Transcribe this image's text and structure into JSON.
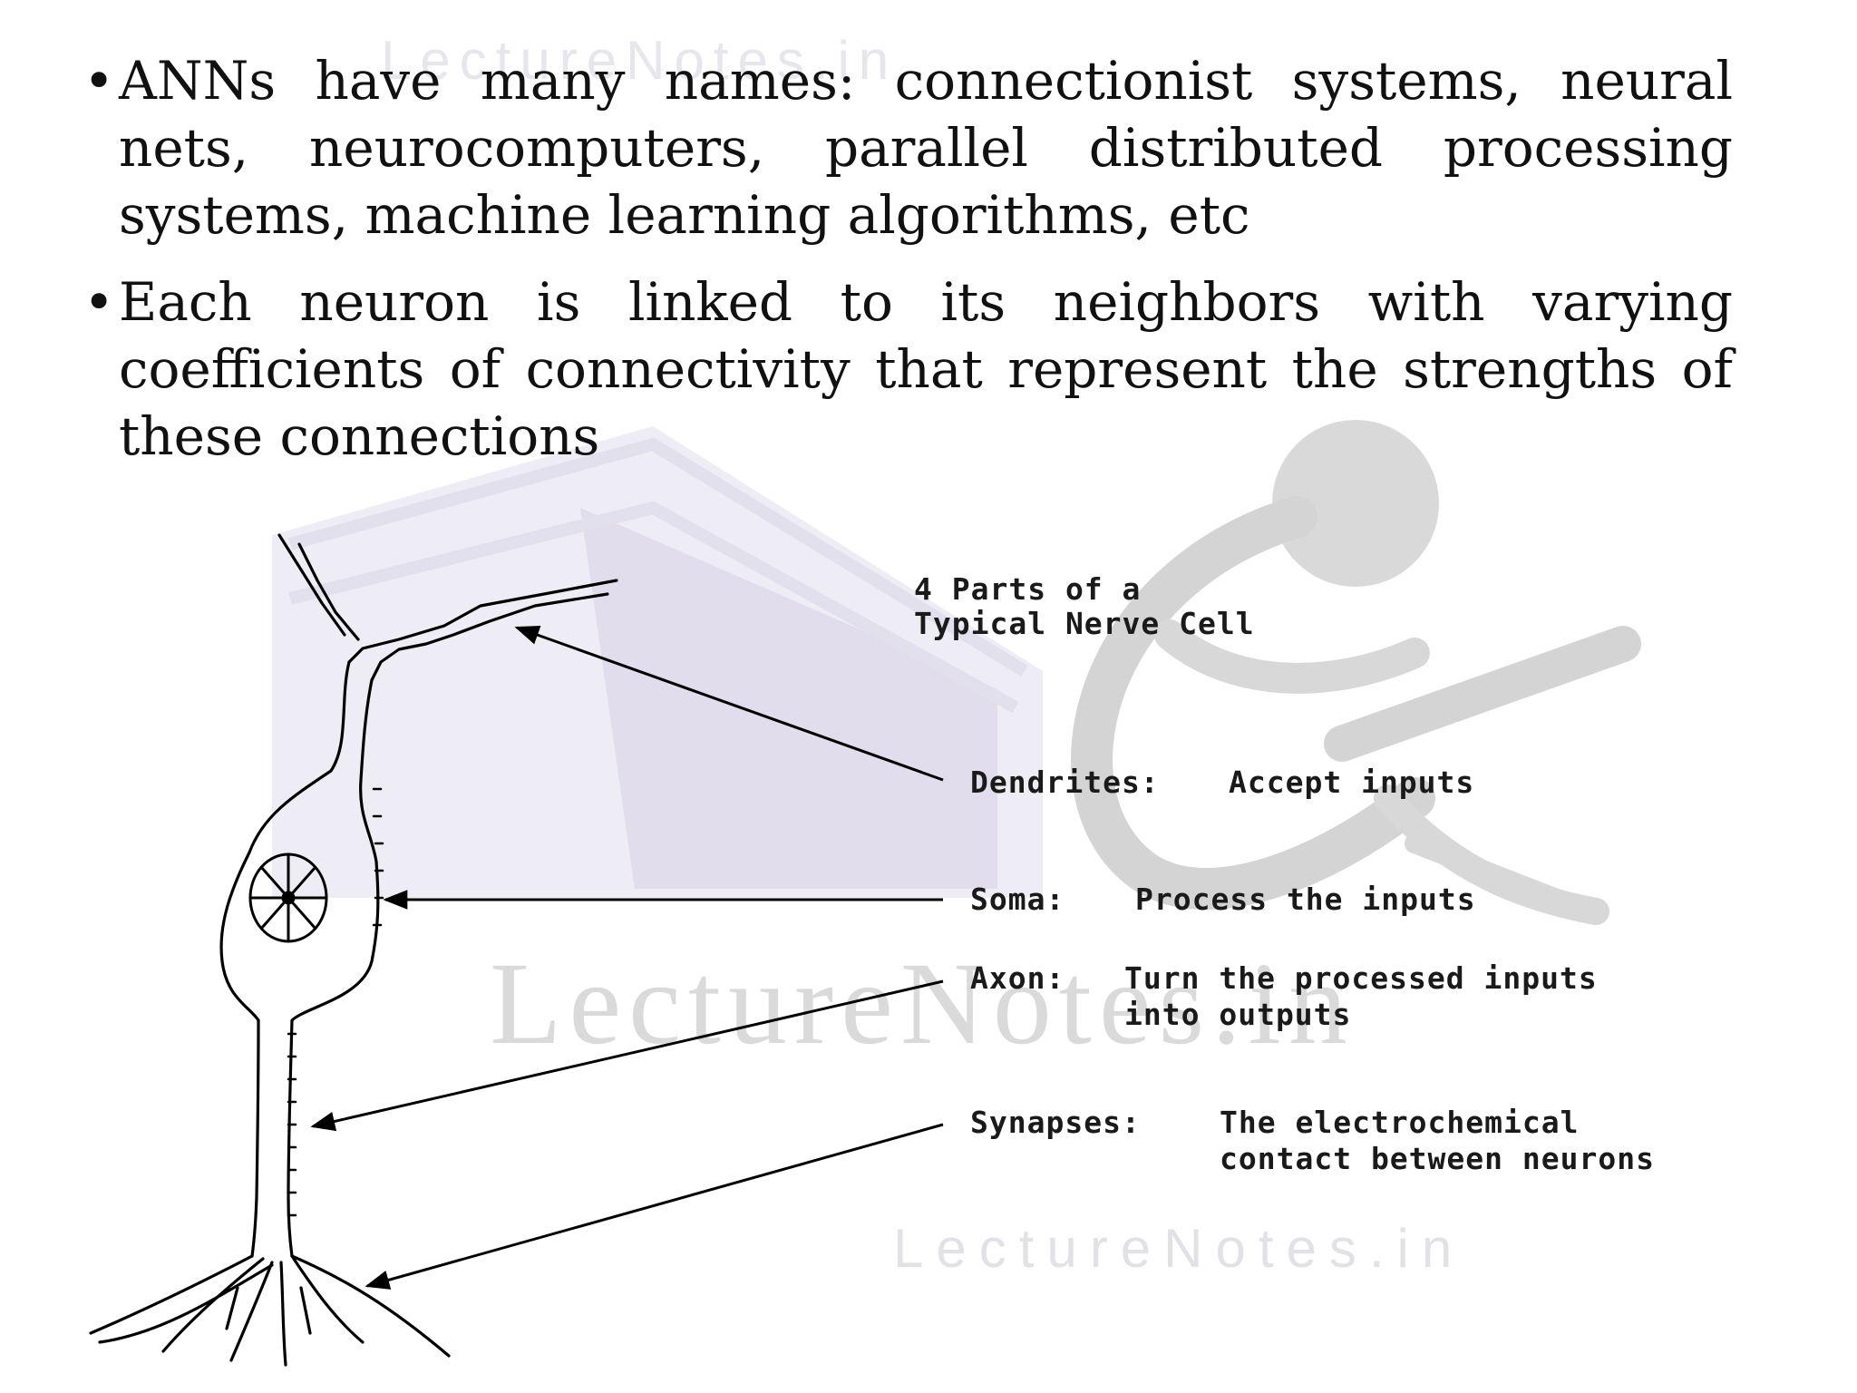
{
  "watermark": {
    "top": "LectureNotes.in",
    "middle": "LectureNotes.in",
    "bottom": "LectureNotes.in"
  },
  "bullets": [
    {
      "symbol": "•",
      "text": "ANNs have many names: connectionist systems, neural nets, neurocomputers, parallel distributed processing systems, machine learning algorithms, etc"
    },
    {
      "symbol": "•",
      "text": "Each neuron is linked to its neighbors with varying coefficients of connectivity that represent the strengths of these connections"
    }
  ],
  "diagram": {
    "title_line1": "4 Parts of a",
    "title_line2": "Typical Nerve Cell",
    "dendrites": {
      "name": "Dendrites:",
      "desc": "Accept inputs"
    },
    "soma": {
      "name": "Soma:",
      "desc": "Process the inputs"
    },
    "axon": {
      "name": "Axon:",
      "desc_line1": "Turn the processed inputs",
      "desc_line2": "into outputs"
    },
    "synapses": {
      "name": "Synapses:",
      "desc_line1": "The electrochemical",
      "desc_line2": "contact between neurons"
    }
  }
}
